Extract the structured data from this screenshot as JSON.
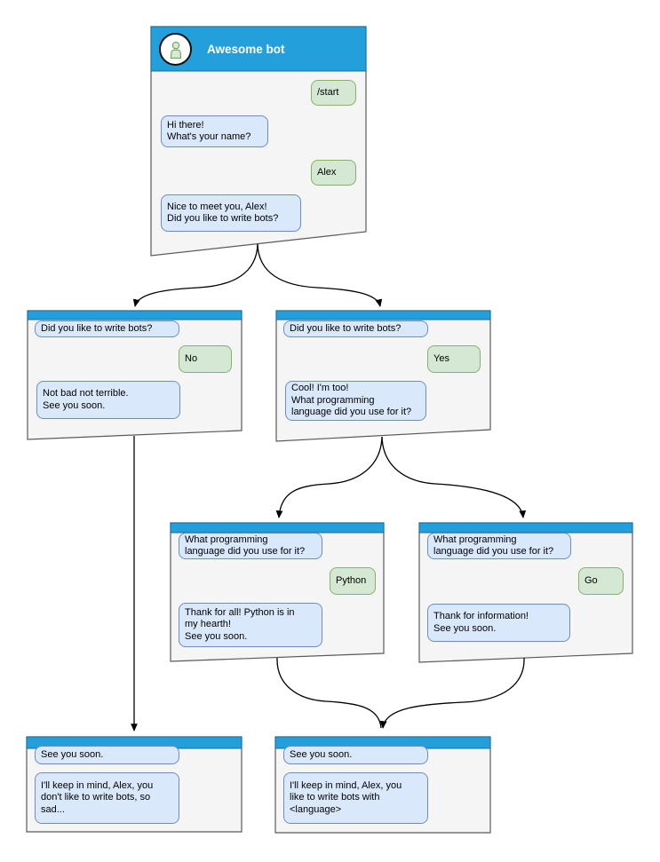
{
  "colors": {
    "header_blue": "#23a0dc",
    "header_border": "#0f6ea5",
    "window_fill": "#f5f5f5",
    "window_border": "#595959",
    "bot_bubble_fill": "#dae8fc",
    "bot_bubble_border": "#6c8ebf",
    "user_bubble_fill": "#d5e8d4",
    "user_bubble_border": "#82b366",
    "connector": "#000000",
    "avatar_person_fill": "#d9ead3",
    "avatar_person_stroke": "#76a861"
  },
  "windows": {
    "main": {
      "title": "Awesome bot",
      "avatar_icon": "person-icon",
      "messages": [
        {
          "side": "user",
          "text": "/start"
        },
        {
          "side": "bot",
          "text": "Hi there!\nWhat's your name?"
        },
        {
          "side": "user",
          "text": "Alex"
        },
        {
          "side": "bot",
          "text": "Nice to meet you, Alex!\nDid you like to write bots?"
        }
      ]
    },
    "no_branch": {
      "messages": [
        {
          "side": "bot",
          "text": "Did you like to write bots?"
        },
        {
          "side": "user",
          "text": "No"
        },
        {
          "side": "bot",
          "text": "Not bad not terrible.\nSee you soon."
        }
      ]
    },
    "yes_branch": {
      "messages": [
        {
          "side": "bot",
          "text": "Did you like to write bots?"
        },
        {
          "side": "user",
          "text": "Yes"
        },
        {
          "side": "bot",
          "text": "Cool! I'm too!\nWhat programming\nlanguage did you use for it?"
        }
      ]
    },
    "python": {
      "messages": [
        {
          "side": "bot",
          "text": "What programming\nlanguage did you use for it?"
        },
        {
          "side": "user",
          "text": "Python"
        },
        {
          "side": "bot",
          "text": "Thank for all! Python is in\nmy hearth!\nSee you soon."
        }
      ]
    },
    "go": {
      "messages": [
        {
          "side": "bot",
          "text": "What programming\nlanguage did you use for it?"
        },
        {
          "side": "user",
          "text": "Go"
        },
        {
          "side": "bot",
          "text": "Thank for information!\nSee you soon."
        }
      ]
    },
    "end_no": {
      "messages": [
        {
          "side": "bot",
          "text": "See you soon."
        },
        {
          "side": "bot",
          "text": "I'll keep in mind, Alex, you\ndon't like to write bots, so\nsad..."
        }
      ]
    },
    "end_yes": {
      "messages": [
        {
          "side": "bot",
          "text": "See you soon."
        },
        {
          "side": "bot",
          "text": "I'll keep in mind, Alex, you\nlike to write bots with\n<language>"
        }
      ]
    }
  },
  "edges": [
    {
      "from": "main",
      "to": "no_branch"
    },
    {
      "from": "main",
      "to": "yes_branch"
    },
    {
      "from": "yes_branch",
      "to": "python"
    },
    {
      "from": "yes_branch",
      "to": "go"
    },
    {
      "from": "no_branch",
      "to": "end_no"
    },
    {
      "from": "python",
      "to": "end_yes"
    },
    {
      "from": "go",
      "to": "end_yes"
    }
  ]
}
